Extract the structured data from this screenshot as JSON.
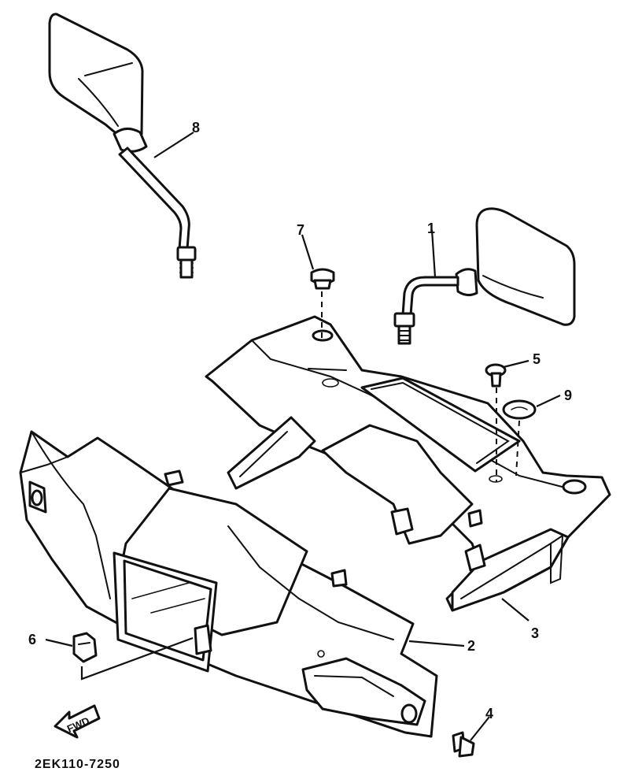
{
  "callouts": {
    "c1": "1",
    "c2": "2",
    "c3": "3",
    "c4": "4",
    "c5": "5",
    "c6": "6",
    "c7": "7",
    "c8": "8",
    "c9": "9"
  },
  "direction_label": "FWD",
  "diagram_code": "2EK110-7250",
  "line_color": "#111111",
  "background_color": "#ffffff"
}
